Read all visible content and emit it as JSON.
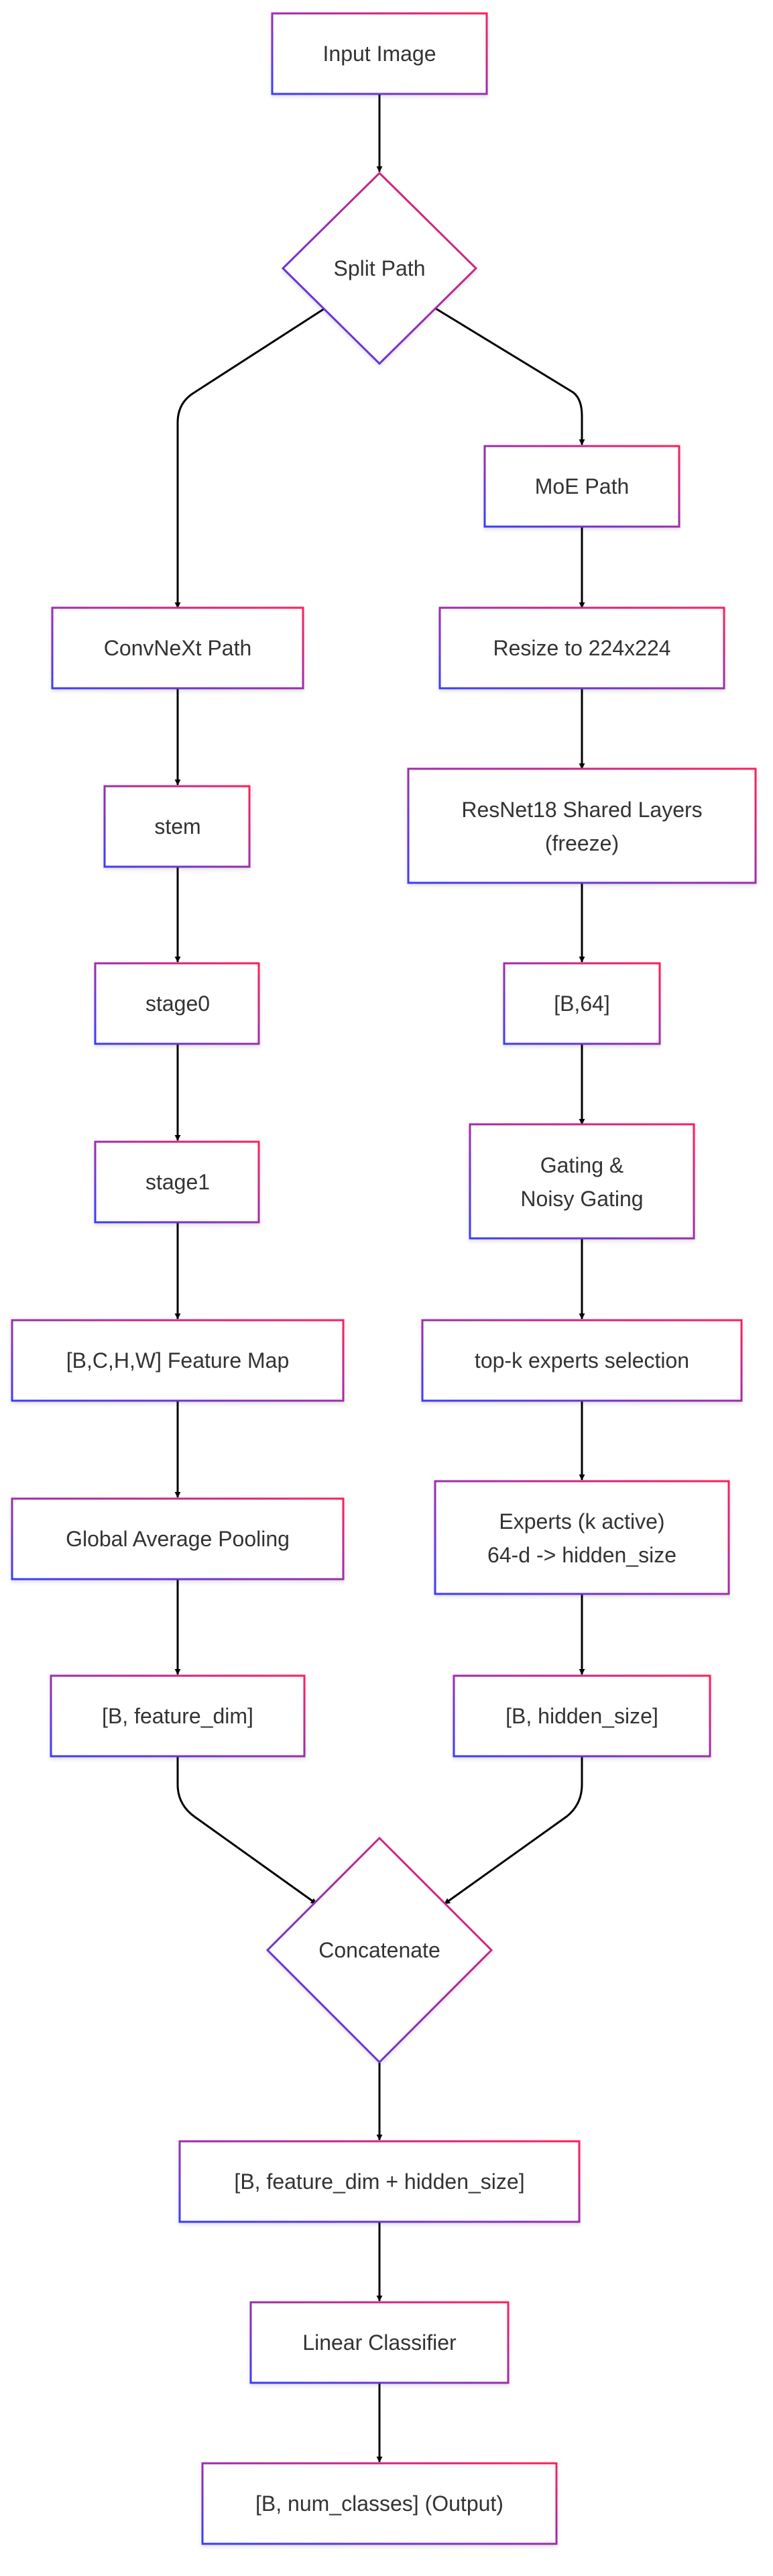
{
  "diagram": {
    "nodes": {
      "input_image": "Input Image",
      "split_path": "Split Path",
      "convnext_path": "ConvNeXt Path",
      "moe_path": "MoE Path",
      "resize": "Resize to 224x224",
      "resnet_line1": "ResNet18 Shared Layers",
      "resnet_line2": "(freeze)",
      "stem": "stem",
      "b64": "[B,64]",
      "stage0": "stage0",
      "gating_line1": "Gating &",
      "gating_line2": "Noisy Gating",
      "stage1": "stage1",
      "feature_map": "[B,C,H,W] Feature Map",
      "topk": "top-k experts selection",
      "gap": "Global Average Pooling",
      "experts_line1": "Experts (k active)",
      "experts_line2": "64-d -> hidden_size",
      "b_feature_dim": "[B, feature_dim]",
      "b_hidden_size": "[B, hidden_size]",
      "concatenate": "Concatenate",
      "b_concat": "[B, feature_dim + hidden_size]",
      "linear_classifier": "Linear Classifier",
      "output": "[B, num_classes] (Output)"
    },
    "colors": {
      "gradient_start": "#3b3bff",
      "gradient_end": "#ff1f5a",
      "text": "#333333",
      "edge": "#000000",
      "background": "#ffffff"
    }
  }
}
